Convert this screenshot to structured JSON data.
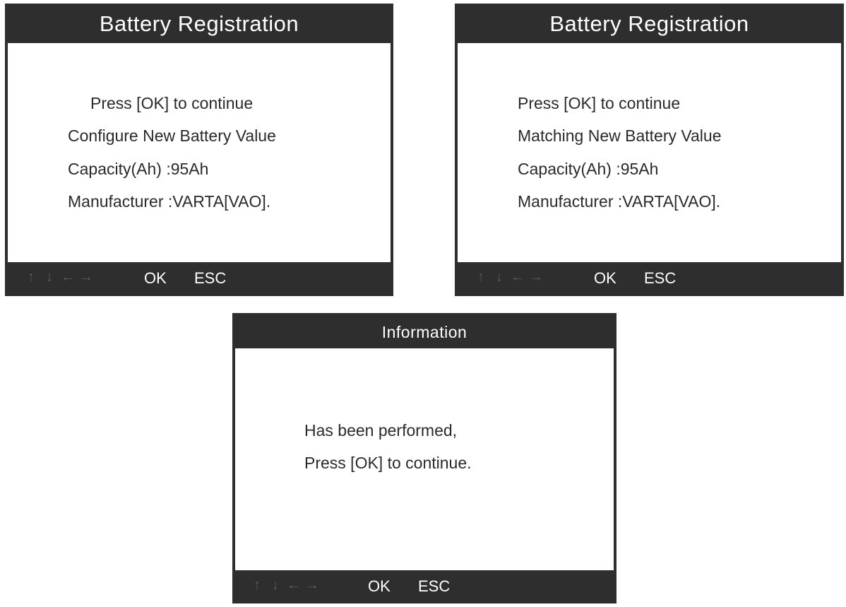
{
  "screens": [
    {
      "title": "Battery Registration",
      "lines": [
        "Press [OK] to continue",
        "Configure New Battery Value",
        "Capacity(Ah) :95Ah",
        "Manufacturer :VARTA[VAO]."
      ],
      "ok_label": "OK",
      "esc_label": "ESC"
    },
    {
      "title": "Battery Registration",
      "lines": [
        "Press [OK] to continue",
        "Matching New Battery Value",
        "Capacity(Ah) :95Ah",
        "Manufacturer :VARTA[VAO]."
      ],
      "ok_label": "OK",
      "esc_label": "ESC"
    },
    {
      "title": "Information",
      "lines": [
        "Has been performed,",
        "Press [OK] to continue."
      ],
      "ok_label": "OK",
      "esc_label": "ESC"
    }
  ],
  "icons": {
    "up": "arrow-up-icon",
    "down": "arrow-down-icon",
    "left": "arrow-left-icon",
    "right": "arrow-right-icon"
  },
  "colors": {
    "bar": "#2e2e2e",
    "arrow_disabled": "#5a5a5a",
    "text": "#2a2a2a"
  }
}
